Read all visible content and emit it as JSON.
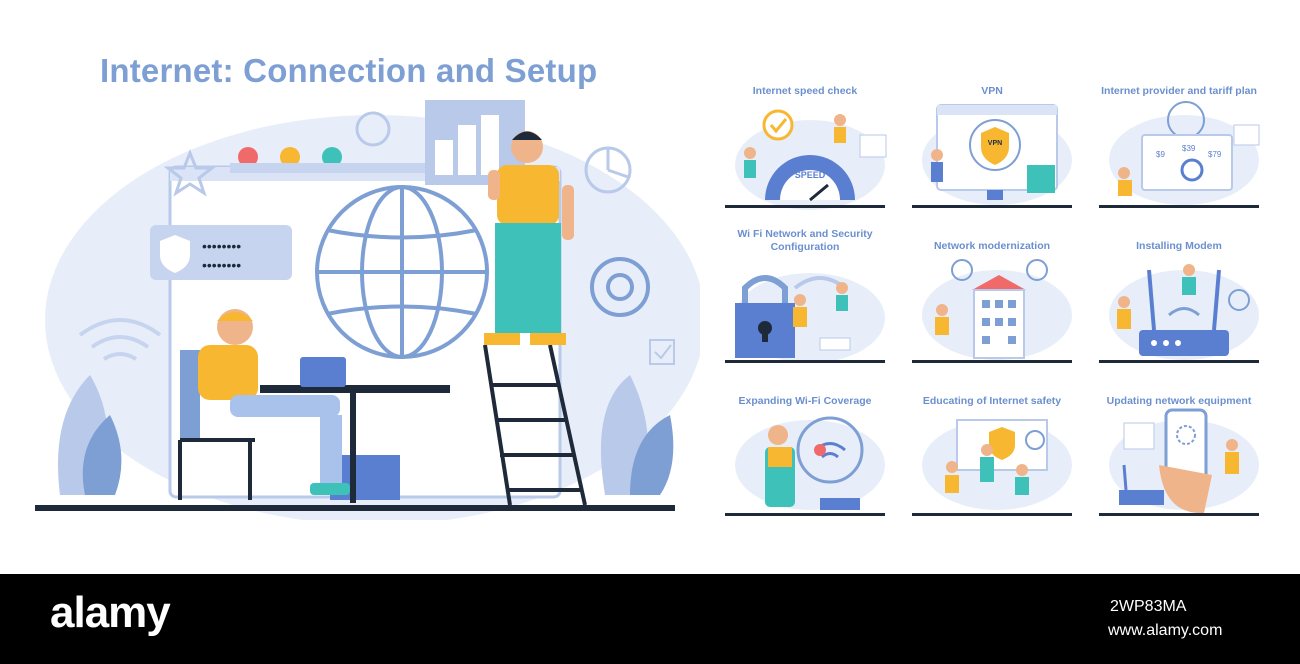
{
  "title": "Internet: Connection and Setup",
  "hero": {
    "vpn_label": "VPN",
    "speed_label": "SPEED",
    "password_mask": "••••••••"
  },
  "cards": [
    {
      "title": "Internet speed check",
      "icon": "speed-gauge-icon"
    },
    {
      "title": "VPN",
      "icon": "shield-icon"
    },
    {
      "title": "Internet provider and tariff plan",
      "icon": "price-plan-icon",
      "prices": [
        "$9",
        "$39",
        "$79"
      ]
    },
    {
      "title": "Wi Fi Network and Security Configuration",
      "icon": "padlock-icon"
    },
    {
      "title": "Network modernization",
      "icon": "building-icon"
    },
    {
      "title": "Installing Modem",
      "icon": "modem-icon"
    },
    {
      "title": "Expanding Wi-Fi Coverage",
      "icon": "wifi-icon"
    },
    {
      "title": "Educating of Internet safety",
      "icon": "presentation-icon"
    },
    {
      "title": "Updating network equipment",
      "icon": "phone-icon"
    }
  ],
  "watermark": {
    "logo": "alamy",
    "image_id": "2WP83MA",
    "site": "www.alamy.com"
  },
  "colors": {
    "title_blue": "#7d9fd4",
    "primary_blue": "#5b7fd0",
    "light_blue": "#dbe4f7",
    "yellow": "#f7b731",
    "teal": "#3ec1b9",
    "dark": "#1e2a3a"
  }
}
